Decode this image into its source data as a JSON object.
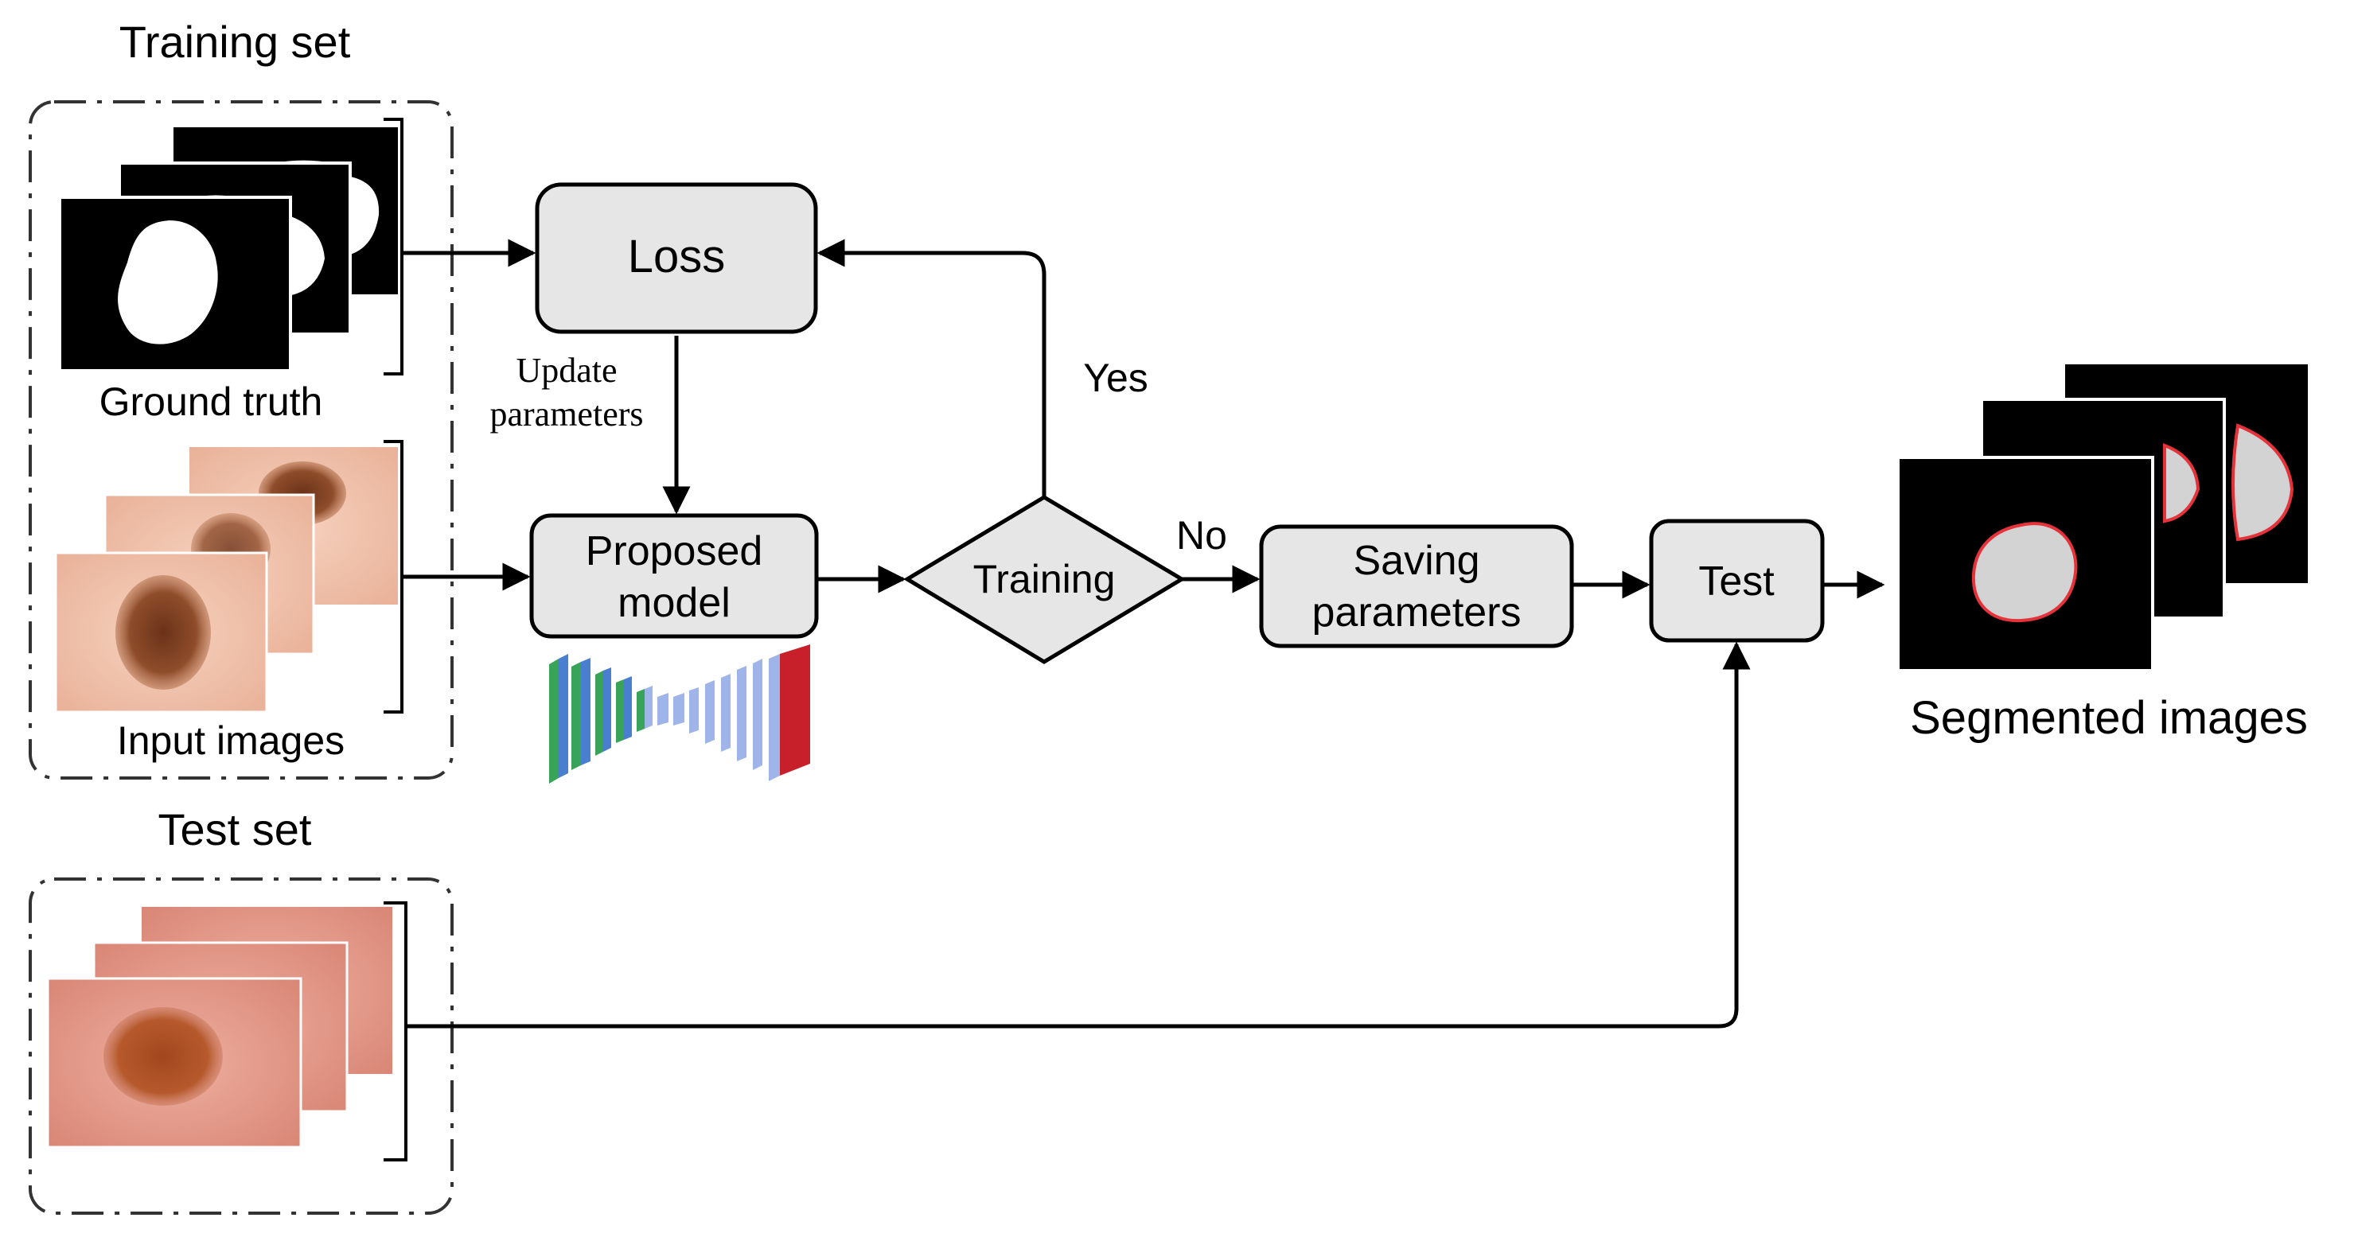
{
  "labels": {
    "training_set": "Training set",
    "ground_truth": "Ground truth",
    "input_images": "Input images",
    "test_set": "Test set",
    "update_line1": "Update",
    "update_line2": "parameters",
    "yes": "Yes",
    "no": "No",
    "segmented_images": "Segmented images"
  },
  "nodes": {
    "loss": "Loss",
    "proposed_line1": "Proposed",
    "proposed_line2": "model",
    "training": "Training",
    "saving_line1": "Saving",
    "saving_line2": "parameters",
    "test": "Test"
  },
  "colors": {
    "node_fill": "#e6e6e6",
    "stroke": "#000000",
    "mask_fill": "#000000",
    "lesion_white": "#ffffff",
    "segment_fill": "#d3d3d3",
    "segment_outline": "#e5323b",
    "skin_light": "#f2c4ad",
    "skin_test": "#e49683",
    "lesion_dark": "#8a4a2a",
    "net_green": "#3aa35a",
    "net_blue": "#4a7fd0",
    "net_light": "#9fb4e8",
    "net_red": "#c8202a"
  },
  "icons": [
    "ground-truth-masks-icon",
    "input-images-icon",
    "test-images-icon",
    "segmented-images-icon",
    "network-architecture-icon"
  ]
}
